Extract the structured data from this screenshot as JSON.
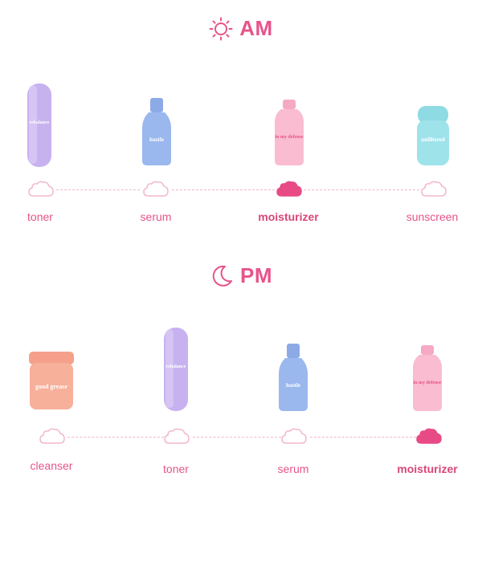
{
  "colors": {
    "accent": "#e8538a",
    "cloud_outline": "#f2b7cb",
    "cloud_filled": "#e84a86",
    "toner_bottle": "#c7b2ef",
    "serum_bottle": "#9ab7ee",
    "moisturizer_bottle": "#f9bcd1",
    "sunscreen_bottle": "#9fe3ea",
    "cleanser_jar": "#f7b09a"
  },
  "am": {
    "title": "AM",
    "icon": "sun-icon",
    "steps": [
      {
        "label": "toner",
        "product_text": "rebalance",
        "active": false
      },
      {
        "label": "serum",
        "product_text": "hustle",
        "active": false
      },
      {
        "label": "moisturizer",
        "product_text": "in my defense",
        "active": true
      },
      {
        "label": "sunscreen",
        "product_text": "unfiltered",
        "active": false
      }
    ]
  },
  "pm": {
    "title": "PM",
    "icon": "moon-icon",
    "steps": [
      {
        "label": "cleanser",
        "product_text": "good grease",
        "active": false
      },
      {
        "label": "toner",
        "product_text": "rebalance",
        "active": false
      },
      {
        "label": "serum",
        "product_text": "hustle",
        "active": false
      },
      {
        "label": "moisturizer",
        "product_text": "in my defense",
        "active": true
      }
    ]
  }
}
